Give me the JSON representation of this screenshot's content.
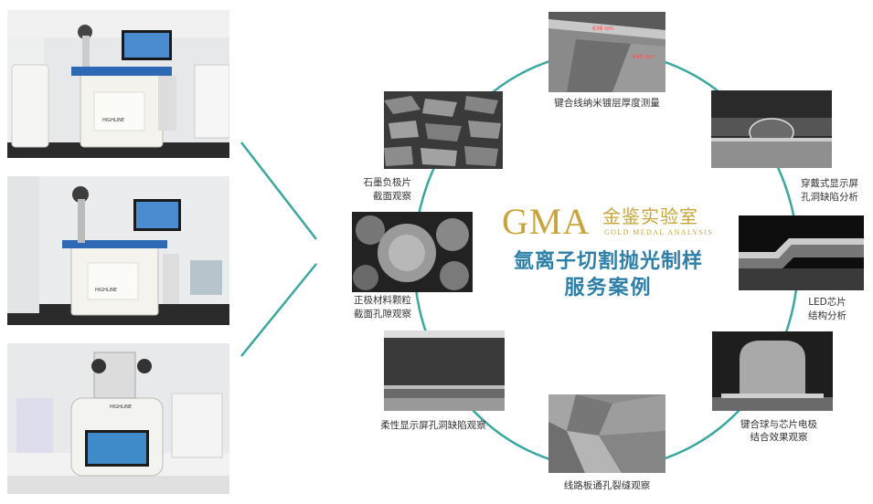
{
  "logo": {
    "brand": "GMA",
    "chinese_name": "金鉴实验室",
    "english_name": "GOLD MEDAL ANALYSIS",
    "color": "#c9a43a"
  },
  "title": {
    "line1": "氩离子切割抛光制样",
    "line2": "服务案例",
    "color": "#2c7fa8"
  },
  "ring_color": "#3aa7a0",
  "photos": {
    "instrument_label_1": "HIGHLINE",
    "instrument_label_2": "HIGHLINE",
    "instrument_label_3": "HIGHLINE"
  },
  "cases": {
    "top": {
      "line1": "键合线纳米镀层厚度测量",
      "overlay1": "638 nm",
      "overlay2": "645 nm"
    },
    "top_right": {
      "line1": "穿戴式显示屏",
      "line2": "孔洞缺陷分析"
    },
    "right": {
      "line1": "LED芯片",
      "line2": "结构分析"
    },
    "bottom_right": {
      "line1": "键合球与芯片电极",
      "line2": "结合效果观察"
    },
    "bottom": {
      "line1": "线路板通孔裂缝观察"
    },
    "bottom_left": {
      "line1": "柔性显示屏孔洞缺陷观察"
    },
    "left": {
      "line1": "正极材料颗粒",
      "line2": "截面孔隙观察"
    },
    "top_left": {
      "line1": "石墨负极片",
      "line2": "截面观察"
    }
  }
}
